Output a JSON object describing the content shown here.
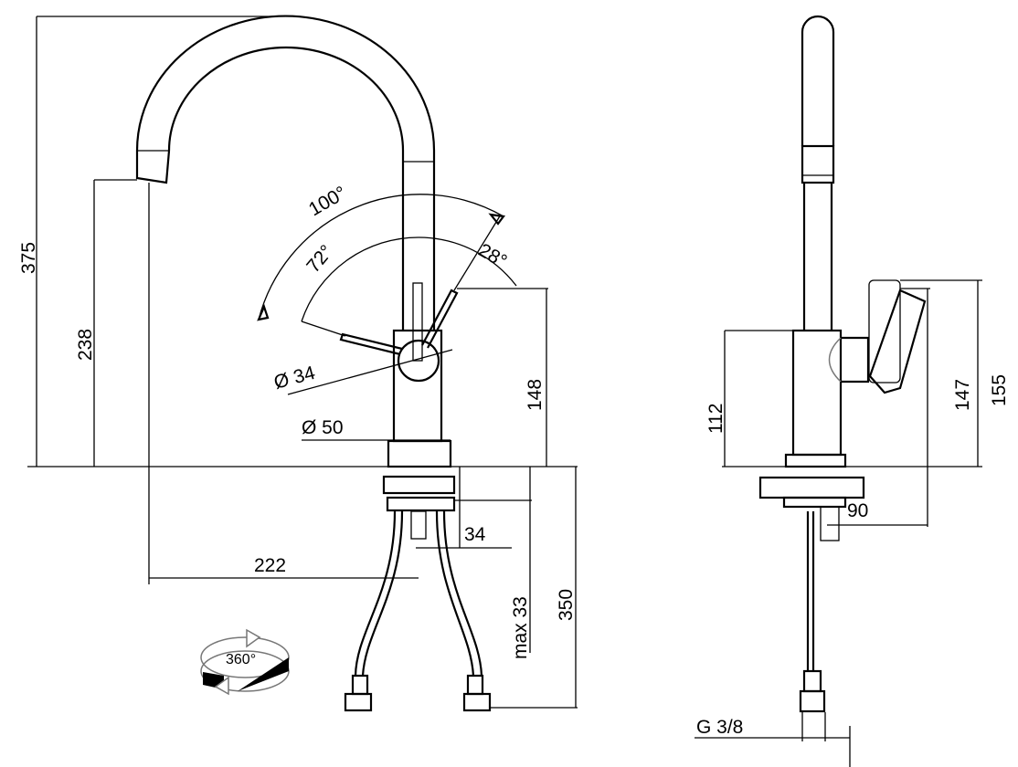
{
  "drawing": {
    "front_view": {
      "height_total": "375",
      "spout_height": "238",
      "angle_total": "100°",
      "angle_left": "72°",
      "angle_right": "28°",
      "lever_diameter": "Ø 34",
      "body_diameter": "Ø 50",
      "lever_height": "148",
      "spout_reach": "222",
      "hole_diameter": "34",
      "max_deck_thickness": "max 33",
      "hose_length": "350",
      "rotation_label": "360°"
    },
    "side_view": {
      "body_height": "112",
      "handle_height_low": "147",
      "handle_height_high": "155",
      "handle_offset": "90",
      "connection_thread": "G 3/8"
    }
  }
}
